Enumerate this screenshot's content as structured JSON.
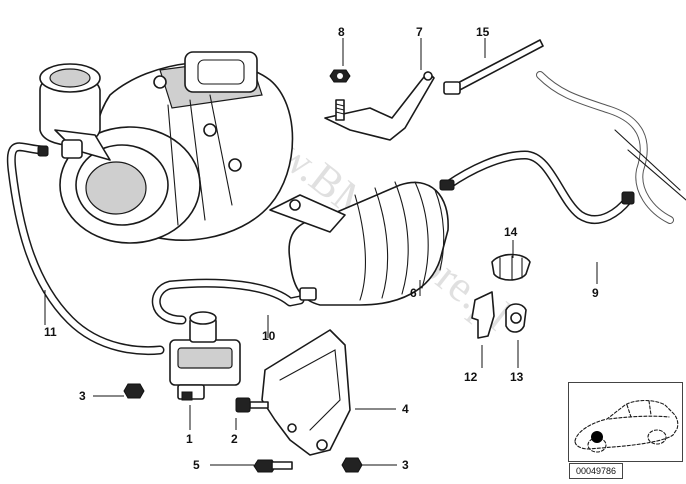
{
  "watermark": "www.BMWstore.pl",
  "reference_code": "00049786",
  "callouts": [
    {
      "label": "1"
    },
    {
      "label": "2"
    },
    {
      "label": "3"
    },
    {
      "label": "3"
    },
    {
      "label": "4"
    },
    {
      "label": "5"
    },
    {
      "label": "6"
    },
    {
      "label": "7"
    },
    {
      "label": "8"
    },
    {
      "label": "9"
    },
    {
      "label": "10"
    },
    {
      "label": "11"
    },
    {
      "label": "12"
    },
    {
      "label": "13"
    },
    {
      "label": "14"
    },
    {
      "label": "15"
    }
  ]
}
